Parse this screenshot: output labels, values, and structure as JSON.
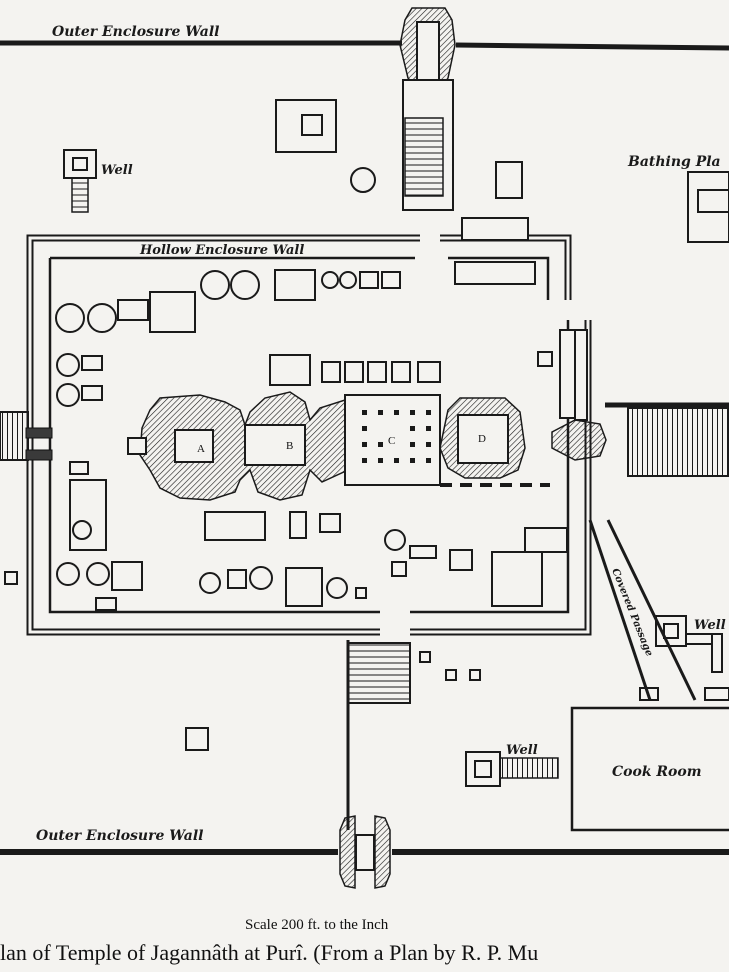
{
  "labels": {
    "outer_wall_top": "Outer Enclosure Wall",
    "outer_wall_bottom": "Outer Enclosure Wall",
    "hollow_wall": "Hollow Enclosure Wall",
    "bathing": "Bathing Pla",
    "well_nw": "Well",
    "well_e": "Well",
    "well_s": "Well",
    "cook_room": "Cook Room",
    "covered_passage": "Covered Passage",
    "A": "A",
    "B": "B",
    "C": "C",
    "D": "D"
  },
  "caption": {
    "scale": "Scale 200 ft. to the Inch",
    "title": "lan of Temple of Jagannâth at Purî.  (From a Plan by R. P. Mu"
  }
}
